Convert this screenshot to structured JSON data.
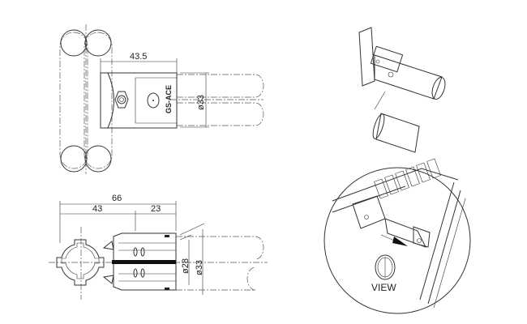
{
  "top_view": {
    "width_dim": "43.5",
    "diameter_dim": "ø33",
    "brand_mark": "GS-ACE"
  },
  "front_view": {
    "overall_dim": "66",
    "left_dim": "43",
    "right_dim": "23",
    "inner_diameter_dim": "ø28",
    "outer_diameter_dim": "ø33"
  },
  "detail_view": {
    "view_label": "VIEW"
  }
}
